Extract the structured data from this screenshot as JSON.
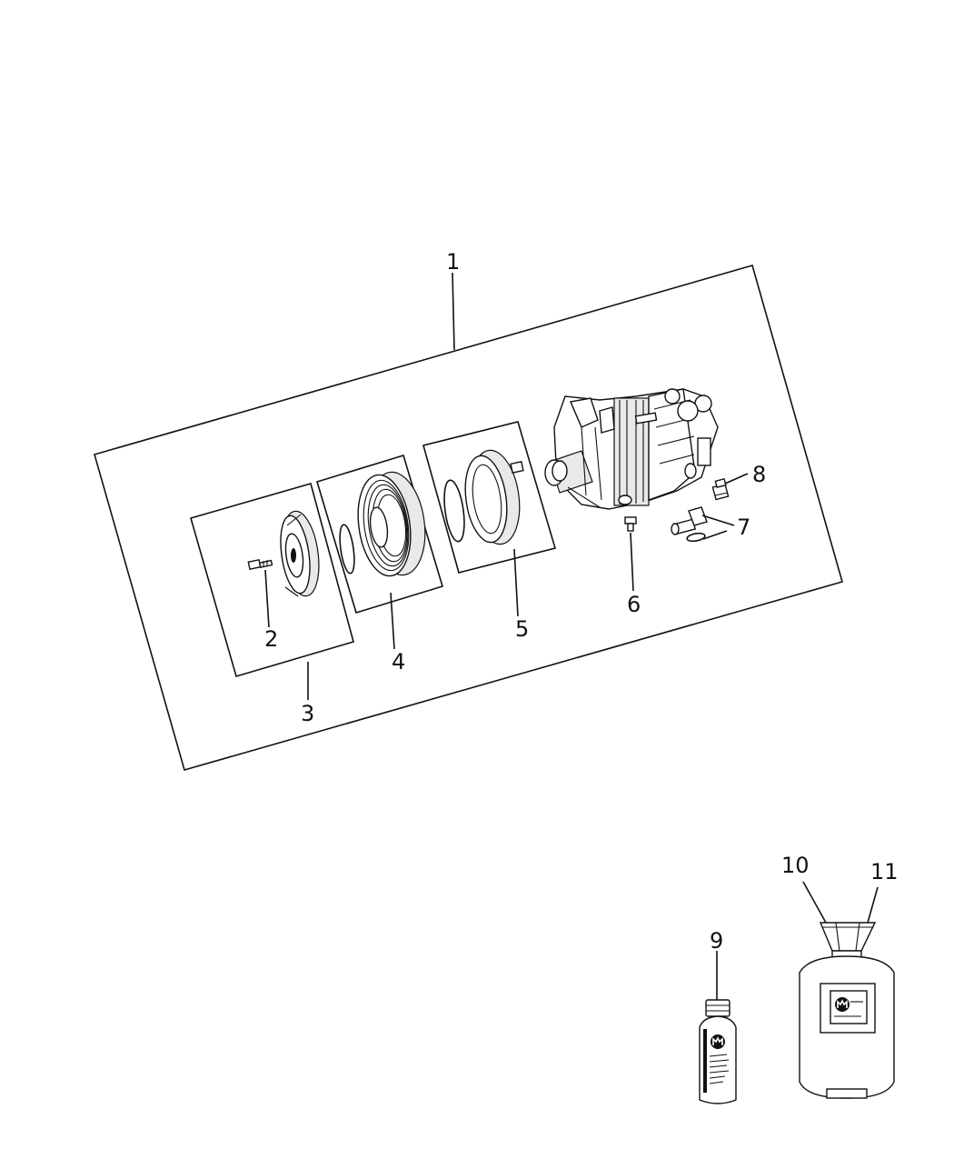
{
  "diagram": {
    "callouts": [
      "1",
      "2",
      "3",
      "4",
      "5",
      "6",
      "7",
      "8",
      "9",
      "10",
      "11"
    ]
  },
  "icons": {
    "brand_logo": "mopar-logo-icon"
  }
}
